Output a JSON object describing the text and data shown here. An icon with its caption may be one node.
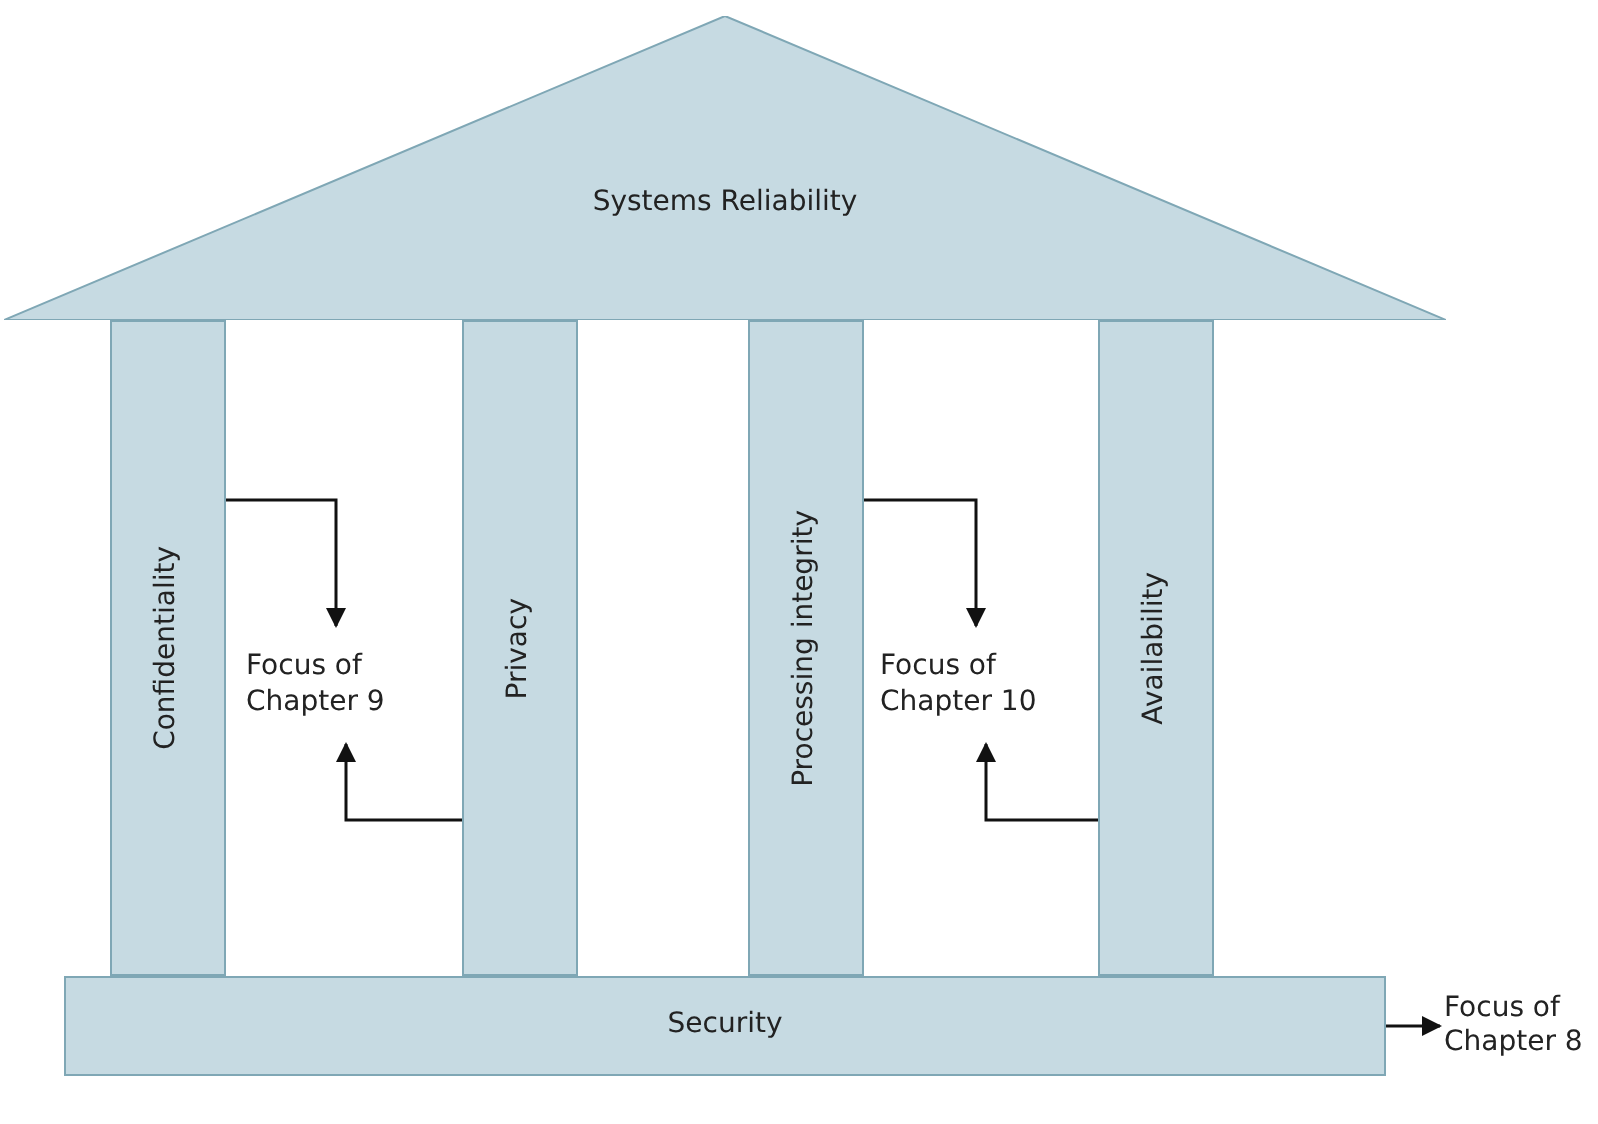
{
  "diagram": {
    "nodes": [
      {
        "text": [
          "Systems Reliability"
        ]
      },
      {
        "text": [
          "Confidentiality"
        ]
      },
      {
        "text": [
          "Focus of Chapter 9"
        ]
      },
      {
        "text": [
          "Privacy"
        ]
      },
      {
        "text": [
          "Processing integrity"
        ]
      },
      {
        "text": [
          "Focus of Chapter 10"
        ]
      },
      {
        "text": [
          "Availability"
        ]
      },
      {
        "text": [
          "Security"
        ]
      },
      {
        "text": [
          "Focus of Chapter 8"
        ]
      }
    ],
    "edges": [
      {
        "from": 1,
        "to": 2,
        "arrow": "to"
      },
      {
        "from": 3,
        "to": 2,
        "arrow": "to"
      },
      {
        "from": 4,
        "to": 5,
        "arrow": "to"
      },
      {
        "from": 6,
        "to": 5,
        "arrow": "to"
      },
      {
        "from": 7,
        "to": 8,
        "arrow": "to"
      }
    ]
  }
}
